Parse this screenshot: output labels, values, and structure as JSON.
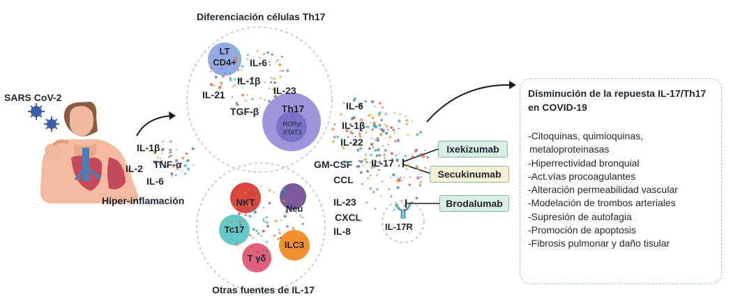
{
  "virus_label": "SARS CoV-2",
  "patient_cytokines": [
    "IL-1β",
    "IL-2",
    "TNF-α",
    "IL-6"
  ],
  "hyperinflammation_label": "Hiper-inflamación",
  "th17_panel": {
    "title": "Diferenciación células Th17",
    "lt_cell": "LT\nCD4+",
    "cytokines": [
      "IL-6",
      "IL-1β",
      "IL-21",
      "IL-23",
      "TGF-β"
    ],
    "th17_cell": {
      "name": "Th17",
      "markers": "RORγt\nSTAT3"
    }
  },
  "other_sources_panel": {
    "title": "Otras fuentes de IL-17",
    "cells": [
      "NKT",
      "Neu",
      "Tc17",
      "ILC3",
      "T γδ"
    ]
  },
  "mediators": [
    "IL-6",
    "IL-1β",
    "IL-22",
    "GM-CSF",
    "IL-17",
    "CCL",
    "IL-23",
    "CXCL",
    "IL-8"
  ],
  "receptor_label": "IL-17R",
  "drugs": [
    {
      "name": "Ixekizumab",
      "color": "#d9efe4"
    },
    {
      "name": "Secukinumab",
      "color": "#f6f0d4"
    },
    {
      "name": "Brodalumab",
      "color": "#d9efe4"
    }
  ],
  "effects": {
    "title": "Disminución de la repuesta IL-17/Th17 en COVID-19",
    "items": [
      "-Citoquinas, quimioquinas,",
      "metaloproteinasas",
      "-Hiperrectividad bronquial",
      "-Act.vías procoagulantes",
      "-Alteración permeabilidad vascular",
      "-Modelación de trombos arteriales",
      "-Supresión de autofagia",
      "-Promoción de apoptosis",
      "-Fibrosis pulmonar y daño tisular"
    ]
  },
  "colors": {
    "th17_cell": "#8c84d4",
    "lt_cell": "#6f8fd8",
    "nkt_cell": "#d9473f",
    "neu_cell": "#7a5a9a",
    "tc17_cell": "#62c9c6",
    "ilc3_cell": "#f0902f",
    "tgd_cell": "#e0607d",
    "dashed_border": "#b9bec4"
  }
}
